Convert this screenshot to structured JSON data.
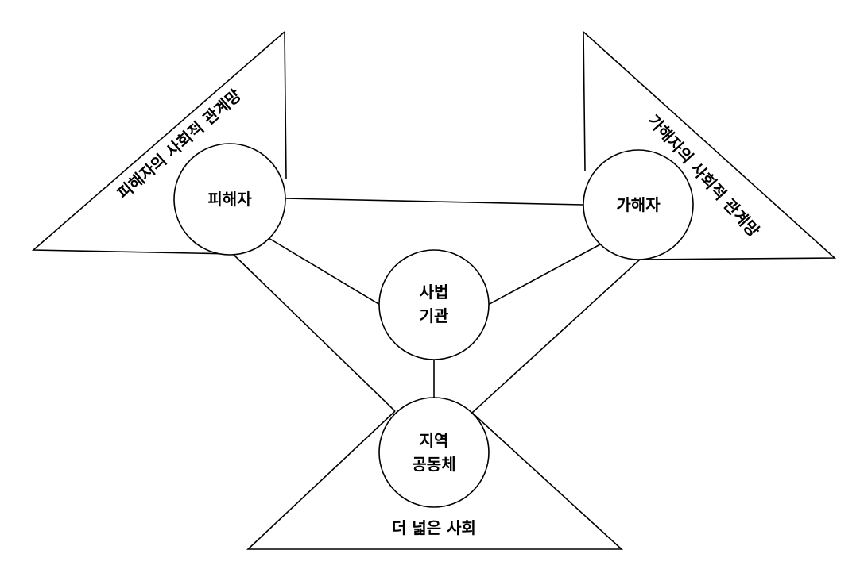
{
  "colors": {
    "stroke": "#000000",
    "background": "#ffffff"
  },
  "nodes": {
    "victim": {
      "label": "피해자"
    },
    "offender": {
      "label": "가해자"
    },
    "justice": {
      "line1": "사법",
      "line2": "기관"
    },
    "community": {
      "line1": "지역",
      "line2": "공동체"
    }
  },
  "networks": {
    "victim_network": "피해자의 사회적 관계망",
    "offender_network": "가해자의 사회적 관계망",
    "wider_society": "더 넓은 사회"
  }
}
